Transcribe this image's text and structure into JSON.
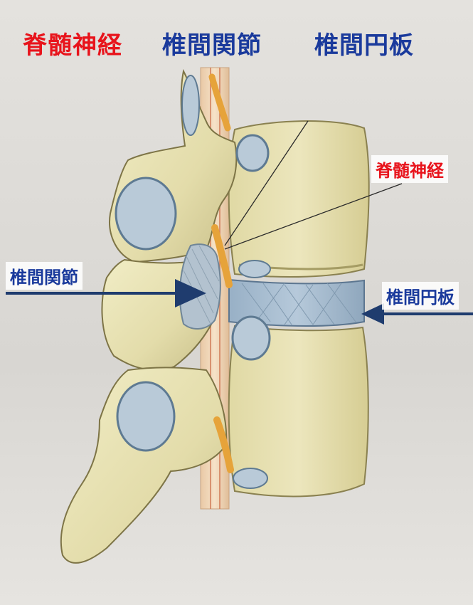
{
  "titles": {
    "spinal_nerve": "脊髄神経",
    "facet_joint": "椎間関節",
    "disc": "椎間円板"
  },
  "labels": {
    "spinal_nerve": "脊髄神経",
    "facet_joint": "椎間関節",
    "disc": "椎間円板"
  },
  "colors": {
    "spinal_nerve": "#e8141c",
    "facet_joint": "#1a3a9c",
    "disc": "#1a3a9c",
    "bone": "#e9e4b8",
    "bone_shade": "#b9b17a",
    "disc_fill": "#a9bfd2",
    "nerve": "#e6a33a",
    "arrow": "#1f3c6e"
  }
}
